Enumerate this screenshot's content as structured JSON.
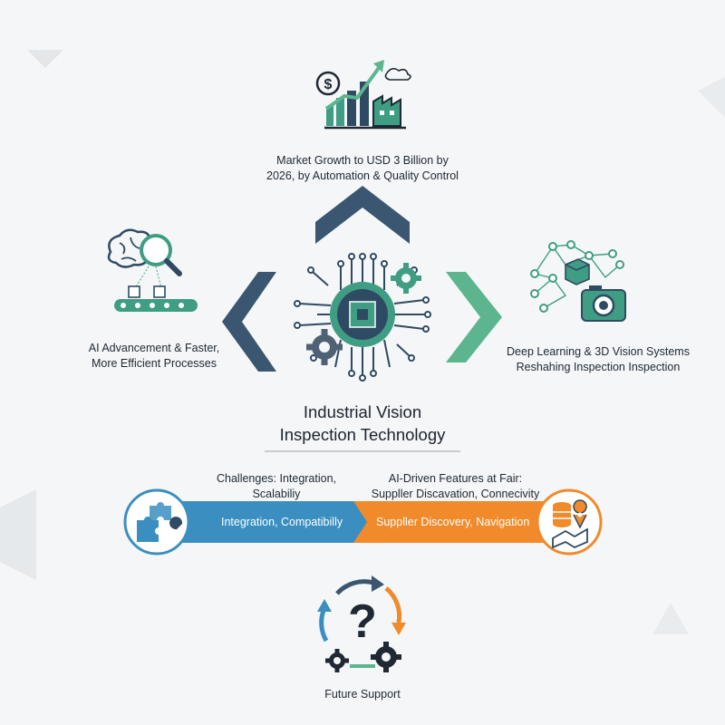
{
  "title": "Industrial Vision Inspection Technology",
  "title_lines": [
    "Industrial Vision",
    "Inspection Technology"
  ],
  "top": {
    "lines": [
      "Market Growth to USD 3 Billion by",
      "2026, by Automation & Quality Control"
    ],
    "icon": "market-growth-chart-icon"
  },
  "left": {
    "lines": [
      "AI Advancement & Faster,",
      "More Efficient Processes"
    ],
    "icon": "ai-brain-magnifier-conveyor-icon"
  },
  "right": {
    "lines": [
      "Deep Learning & 3D Vision Systems",
      "Reshahing Inspection Inspection"
    ],
    "icon": "neural-network-camera-icon"
  },
  "challenges": {
    "heading_lines": [
      "Challenges: Integration,",
      "Scalabiliy"
    ],
    "band_label": "Integration, Compatibilly",
    "icon": "puzzle-wrench-icon"
  },
  "features": {
    "heading_lines": [
      "AI-Driven Features at Fair:",
      "Suppller Discavation, Connecivity"
    ],
    "band_label": "Suppller Discovery, Navigation",
    "icon": "database-map-pin-icon"
  },
  "bottom": {
    "label": "Future Support",
    "icon": "question-cycle-gears-icon"
  },
  "colors": {
    "navy": "#3a5670",
    "teal": "#3f9d84",
    "green_arrow": "#5cb58e",
    "blue_band": "#3a8fc0",
    "orange_band": "#f08a2a",
    "text": "#1f2833"
  }
}
